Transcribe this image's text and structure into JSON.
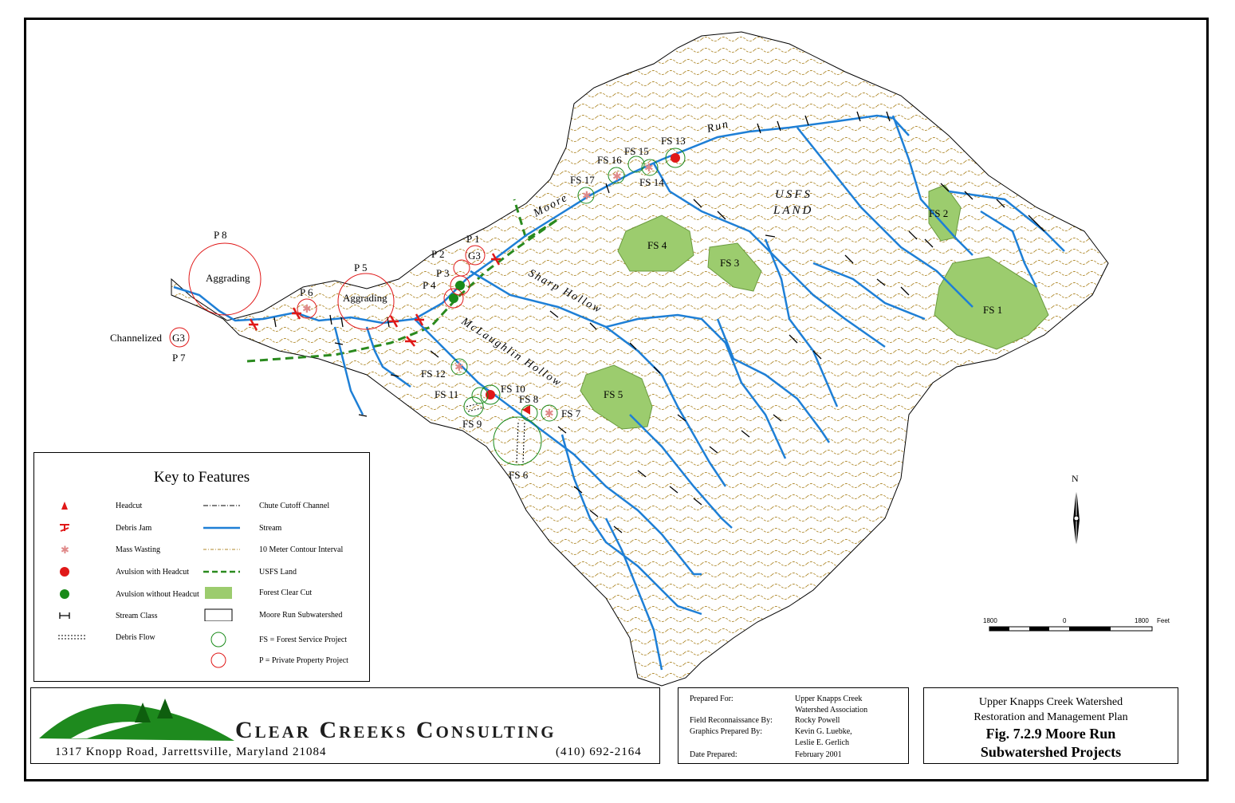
{
  "map": {
    "features": {
      "fs": [
        "FS 1",
        "FS 2",
        "FS 3",
        "FS 4",
        "FS 5",
        "FS 6",
        "FS 7",
        "FS 8",
        "FS 9",
        "FS 10",
        "FS 11",
        "FS 12",
        "FS 13",
        "FS 14",
        "FS 15",
        "FS 16",
        "FS 17"
      ],
      "p": [
        "P 1",
        "P 2",
        "P 3",
        "P 4",
        "P 5",
        "P 6",
        "P 7",
        "P 8"
      ],
      "g3_upper": "G3",
      "g3_lower": "G3",
      "aggrading_p8": "Aggrading",
      "aggrading_p5": "Aggrading",
      "channelized": "Channelized"
    },
    "stream_names": {
      "moore": "Moore",
      "run": "Run",
      "sharp": "Sharp Hollow",
      "mclaughlin": "McLaughlin Hollow"
    },
    "land": {
      "line1": "USFS",
      "line2": "LAND"
    },
    "colors": {
      "stream": "#1e7fd6",
      "contour": "#b08a2e",
      "clearcut": "#9ccc6e",
      "usfs": "#2a8a1e",
      "red": "#e01818",
      "green": "#1a8a1a"
    }
  },
  "legend": {
    "title": "Key to Features",
    "items": [
      {
        "label": "Headcut",
        "icon": "headcut-icon"
      },
      {
        "label": "Debris Jam",
        "icon": "debris-jam-icon"
      },
      {
        "label": "Mass Wasting",
        "icon": "mass-wasting-icon"
      },
      {
        "label": "Avulsion with Headcut",
        "icon": "avulsion-headcut-icon"
      },
      {
        "label": "Avulsion without Headcut",
        "icon": "avulsion-icon"
      },
      {
        "label": "Stream Class",
        "icon": "stream-class-icon"
      },
      {
        "label": "Debris Flow",
        "icon": "debris-flow-icon"
      },
      {
        "label": "Chute Cutoff Channel",
        "icon": "chute-cutoff-icon"
      },
      {
        "label": "Stream",
        "icon": "stream-icon"
      },
      {
        "label": "10 Meter Contour Interval",
        "icon": "contour-icon"
      },
      {
        "label": "USFS Land",
        "icon": "usfs-land-icon"
      },
      {
        "label": "Forest Clear Cut",
        "icon": "clear-cut-icon"
      },
      {
        "label": "Moore Run Subwatershed",
        "icon": "subwatershed-icon"
      },
      {
        "label": "FS = Forest Service Project",
        "icon": "fs-circle-icon"
      },
      {
        "label": "P = Private Property Project",
        "icon": "p-circle-icon"
      }
    ]
  },
  "north": "N",
  "scale": {
    "left": "1800",
    "mid": "0",
    "right": "1800",
    "unit": "Feet"
  },
  "company": {
    "name": "Clear Creeks Consulting",
    "address": "1317 Knopp Road, Jarrettsville, Maryland 21084",
    "phone": "(410) 692-2164"
  },
  "prepared": {
    "for_label": "Prepared For:",
    "for_value1": "Upper Knapps Creek",
    "for_value2": "Watershed Association",
    "recon_label": "Field Reconnaissance By:",
    "recon_value": "Rocky Powell",
    "graphics_label": "Graphics Prepared By:",
    "graphics_value1": "Kevin G. Luebke,",
    "graphics_value2": "Leslie E. Gerlich",
    "date_label": "Date Prepared:",
    "date_value": "February 2001"
  },
  "title": {
    "line1": "Upper Knapps Creek Watershed",
    "line2": "Restoration and Management Plan",
    "line3": "Fig. 7.2.9  Moore Run",
    "line4": "Subwatershed Projects"
  }
}
